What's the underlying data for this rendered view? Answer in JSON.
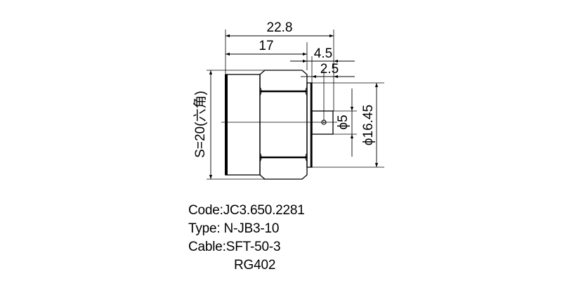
{
  "drawing": {
    "title": "N-type connector plug outline drawing",
    "dimensions": {
      "overall_length": "22.8",
      "body_length": "17",
      "tail_length": "4.5",
      "pin_offset": "2.5",
      "hex_size": "S=20(六角)",
      "pin_diameter": "ϕ5",
      "flange_diameter": "ϕ16.45"
    },
    "colors": {
      "line": "#000000",
      "background": "#ffffff"
    }
  },
  "specs": {
    "code": "Code:JC3.650.2281",
    "type": "Type: N-JB3-10",
    "cable": "Cable:SFT-50-3",
    "cable_alt": "RG402"
  }
}
